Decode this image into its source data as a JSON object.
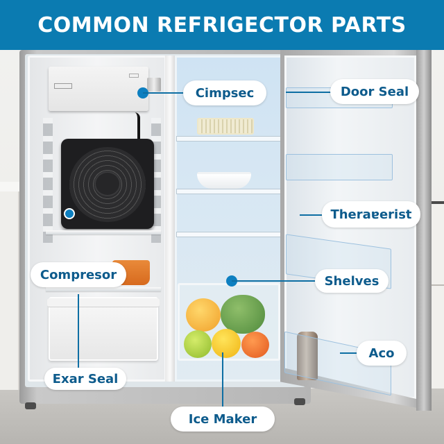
{
  "header": {
    "title": "COMMON REFRIGECTOR PARTS",
    "background_color": "#0b7bb1",
    "text_color": "#ffffff"
  },
  "callouts": [
    {
      "id": "cimpsec",
      "label": "Cimpsec"
    },
    {
      "id": "door-seal",
      "label": "Door Seal"
    },
    {
      "id": "theraperist",
      "label": "Theraɐerist"
    },
    {
      "id": "compresor",
      "label": "Compresor"
    },
    {
      "id": "shelves",
      "label": "Shelves"
    },
    {
      "id": "aco",
      "label": "Aco"
    },
    {
      "id": "exar-seal",
      "label": "Exar Seal"
    },
    {
      "id": "ice-maker",
      "label": "Ice Maker"
    }
  ],
  "colors": {
    "label_text": "#0d5b8c",
    "leader_line": "#0d6ea3",
    "marker_dot": "#0d7fc0",
    "label_background": "#ffffff"
  }
}
